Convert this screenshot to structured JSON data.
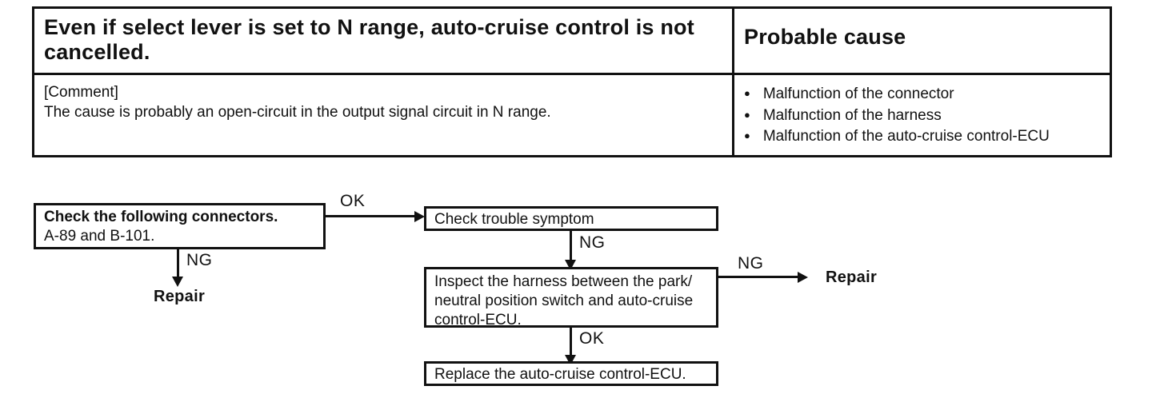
{
  "table": {
    "header": {
      "problem": "Even if select lever is set to N range, auto-cruise control is not cancelled.",
      "probable_cause_label": "Probable cause"
    },
    "body": {
      "comment_tag": "[Comment]",
      "comment_text": "The cause is probably an open-circuit in the output signal circuit in N range.",
      "bullet": "●",
      "causes": [
        "Malfunction of the connector",
        "Malfunction of the harness",
        "Malfunction of the auto-cruise control-ECU"
      ]
    }
  },
  "flowchart": {
    "labels": {
      "ok": "OK",
      "ng": "NG"
    },
    "repair_label": "Repair",
    "check_connectors": {
      "line1": "Check the following connectors.",
      "line2": "A-89 and B-101."
    },
    "check_trouble": "Check trouble symptom",
    "inspect_lines": [
      "Inspect the harness between the park/",
      "neutral position switch and auto-cruise",
      "control-ECU."
    ],
    "replace_ecu": "Replace the auto-cruise control-ECU."
  }
}
